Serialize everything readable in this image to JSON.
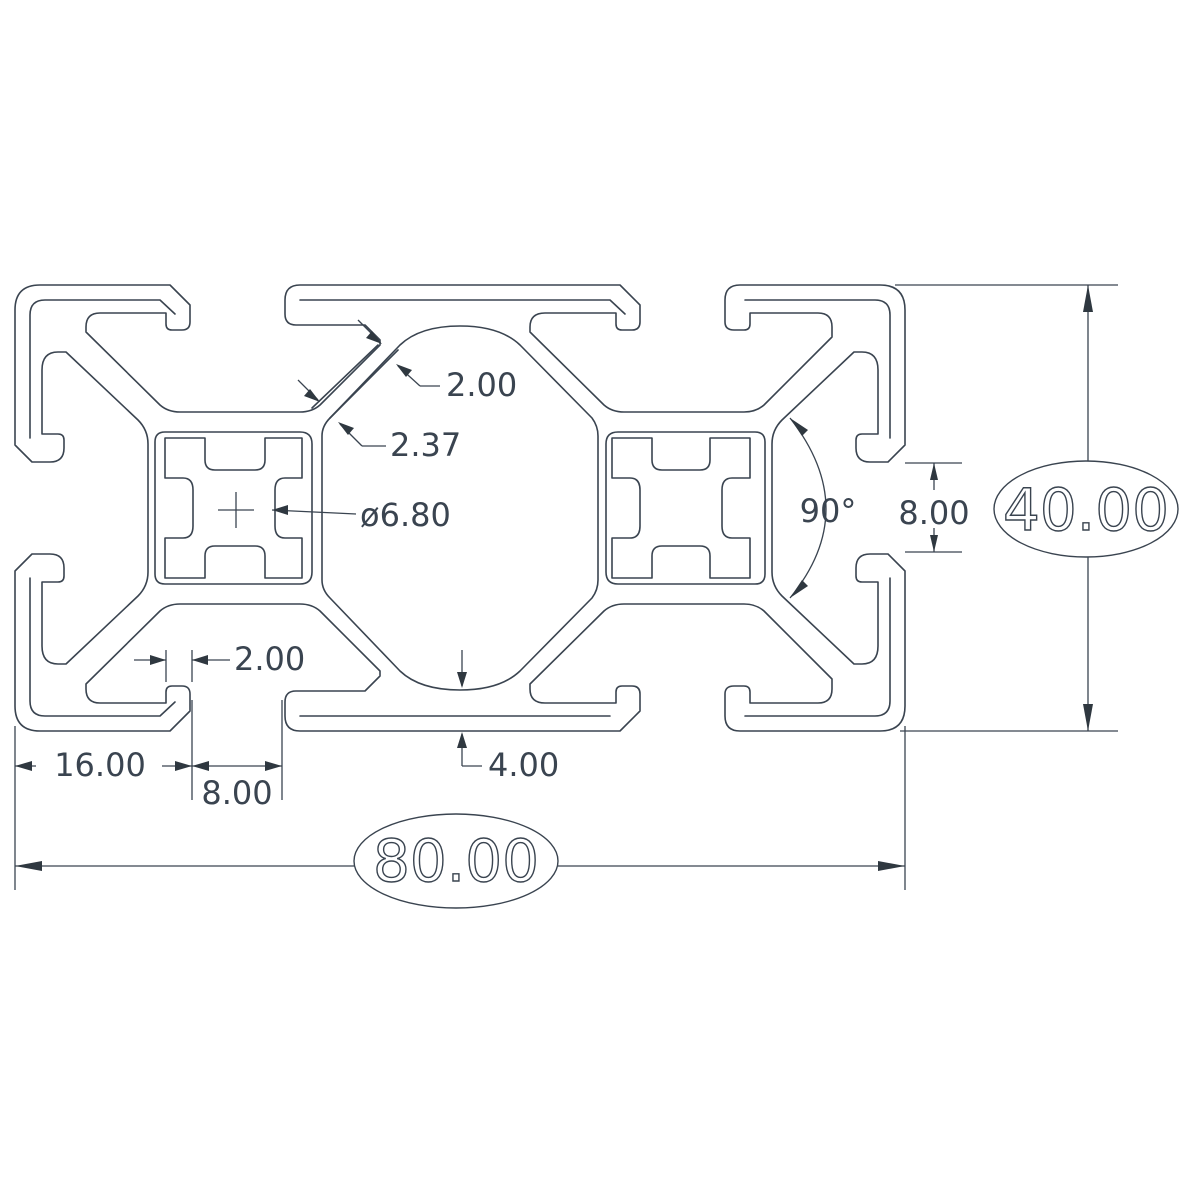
{
  "drawing": {
    "subject": "80x40 aluminium T-slot extrusion profile cross-section",
    "colors": {
      "line": "#3a4450",
      "background": "#ffffff"
    }
  },
  "dimensions": {
    "overall_width": "80.00",
    "overall_height": "40.00",
    "wall_thickness_diagonal": "2.00",
    "web_thickness": "2.37",
    "core_bore": "ø6.80",
    "slot_angle": "90°",
    "slot_opening_height": "8.00",
    "slot_lip": "2.00",
    "edge_to_slot": "16.00",
    "slot_opening_width": "8.00",
    "bottom_wall": "4.00"
  }
}
